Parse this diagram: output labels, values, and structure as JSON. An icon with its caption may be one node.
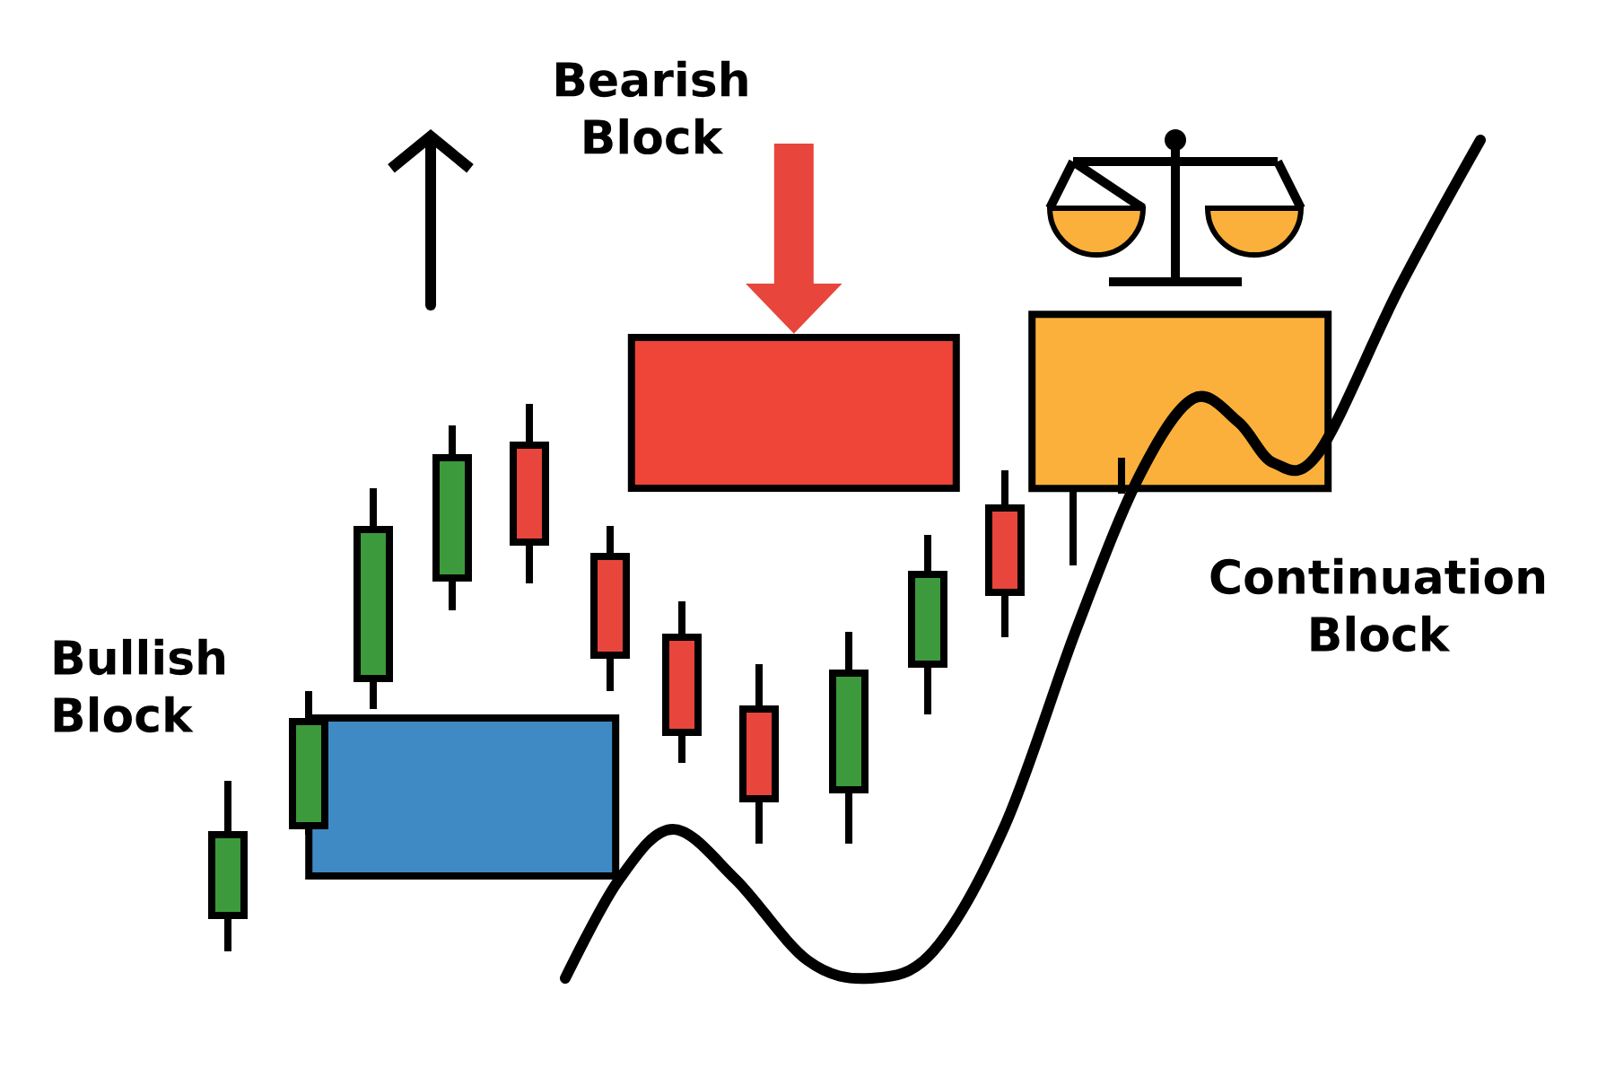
{
  "diagram": {
    "nodes": [
      {
        "text": [],
        "shape": "box",
        "beside": [
          "Bullish Block"
        ]
      },
      {
        "text": [],
        "shape": "box",
        "beside": [
          "Bearish Block"
        ]
      },
      {
        "text": [],
        "shape": "box",
        "beside": [
          "Continuation Block"
        ]
      }
    ],
    "edges": [
      {
        "from": null,
        "to": 1,
        "arrow": "to"
      }
    ]
  }
}
